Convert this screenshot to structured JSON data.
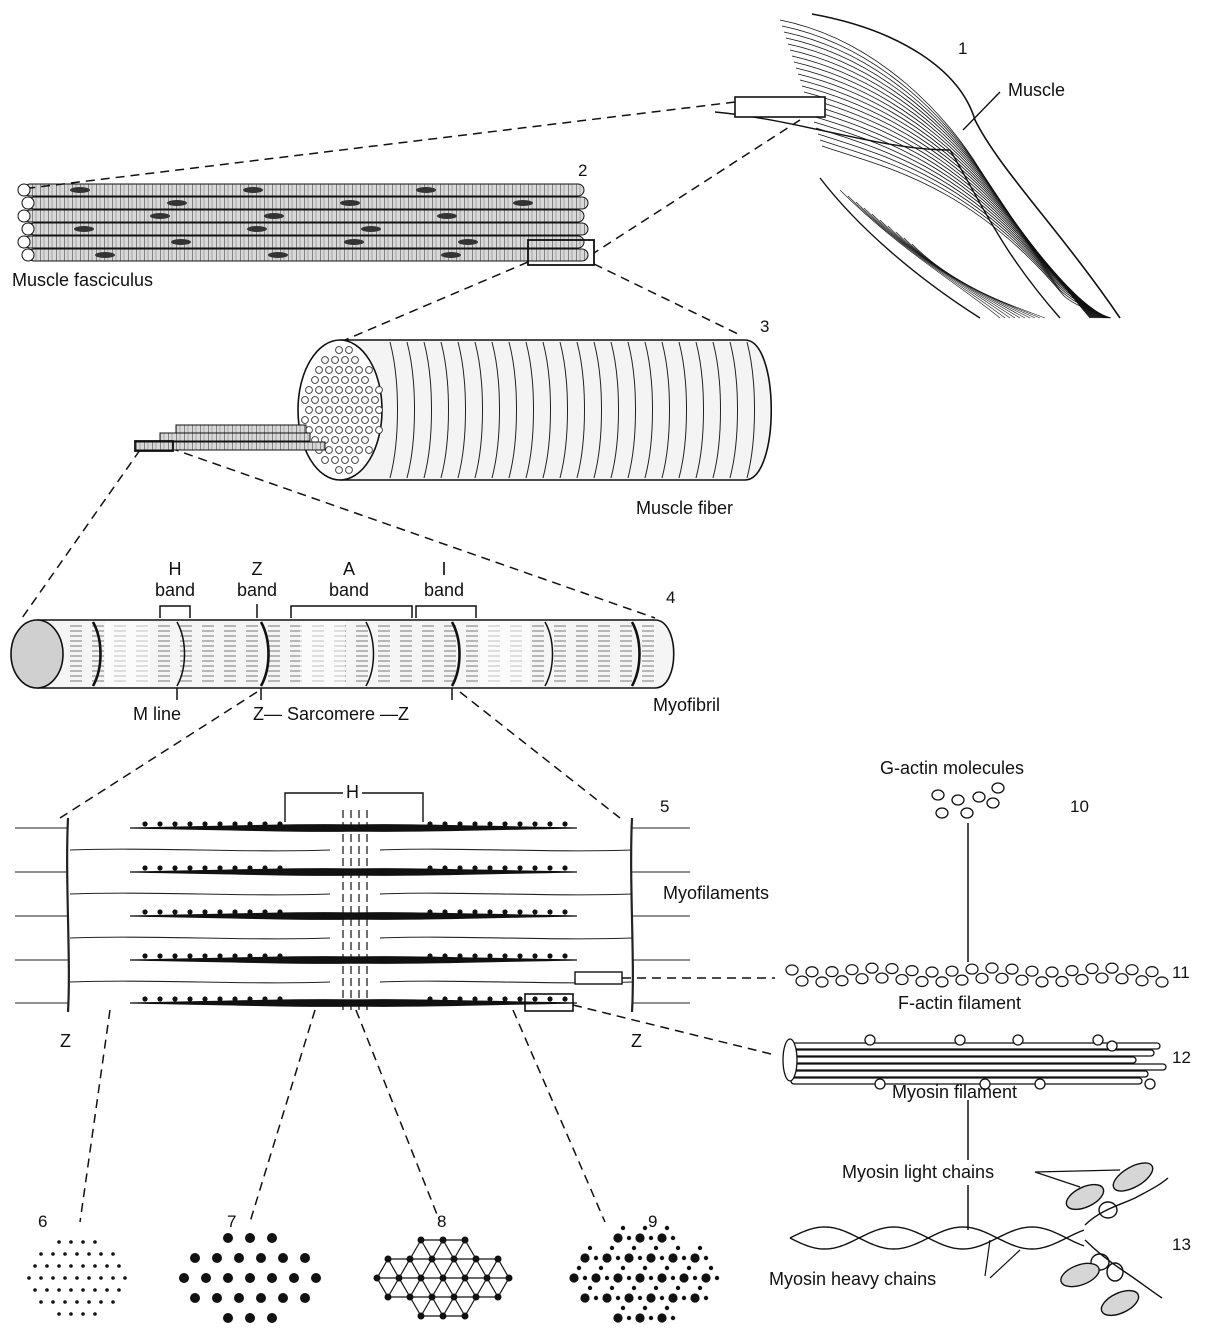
{
  "numbers": [
    "1",
    "2",
    "3",
    "4",
    "5",
    "6",
    "7",
    "8",
    "9",
    "10",
    "11",
    "12",
    "13"
  ],
  "labels": {
    "muscle": "Muscle",
    "fasciculus": "Muscle fasciculus",
    "fiber": "Muscle fiber",
    "myofibril": "Myofibril",
    "m_line": "M line",
    "sarcomere": "Z— Sarcomere —Z",
    "myofilaments": "Myofilaments",
    "z_left": "Z",
    "z_right": "Z",
    "h_mark": "H",
    "g_actin": "G-actin molecules",
    "f_actin": "F-actin filament",
    "myosin_filament": "Myosin filament",
    "light_chains": "Myosin light chains",
    "heavy_chains": "Myosin heavy chains"
  },
  "bands": [
    {
      "letter": "H",
      "word": "band"
    },
    {
      "letter": "Z",
      "word": "band"
    },
    {
      "letter": "A",
      "word": "band"
    },
    {
      "letter": "I",
      "word": "band"
    }
  ]
}
